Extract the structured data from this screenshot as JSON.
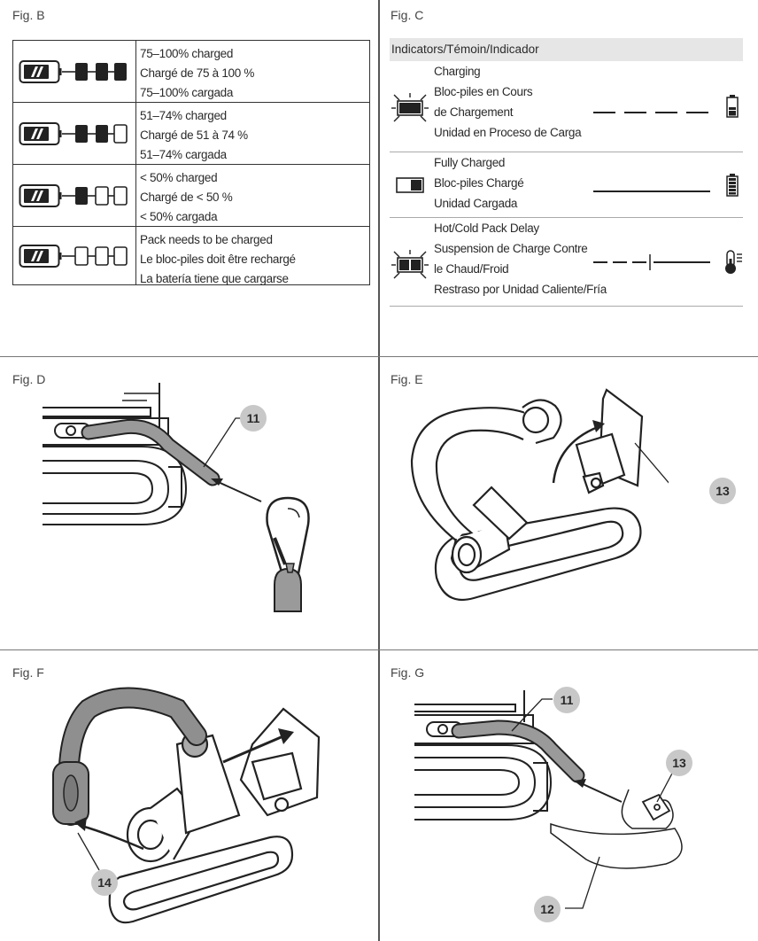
{
  "figures": {
    "b": "Fig. B",
    "c": "Fig. C",
    "d": "Fig. D",
    "e": "Fig. E",
    "f": "Fig. F",
    "g": "Fig. G"
  },
  "fig_b": {
    "rows": [
      {
        "lines": [
          "75–100% charged",
          "Chargé de 75 à 100 %",
          "75–100% cargada"
        ],
        "lit": 3
      },
      {
        "lines": [
          "51–74% charged",
          "Chargé de 51 à 74 %",
          "51–74% cargada"
        ],
        "lit": 2
      },
      {
        "lines": [
          "< 50% charged",
          "Chargé de < 50 %",
          "< 50% cargada"
        ],
        "lit": 1
      },
      {
        "lines": [
          "Pack needs to be charged",
          "Le bloc-piles doit être rechargé",
          "La batería tiene que cargarse"
        ],
        "lit": 0
      }
    ]
  },
  "fig_c": {
    "header": "Indicators/Témoin/Indicador",
    "rows": [
      {
        "lines": [
          "Charging",
          "Bloc-piles en Cours",
          "de Chargement",
          "Unidad en Proceso de Carga"
        ],
        "pattern": "dashed",
        "icon": "battery-charging-icon"
      },
      {
        "lines": [
          "Fully Charged",
          "Bloc-piles Chargé",
          "Unidad Cargada"
        ],
        "pattern": "solid",
        "icon": "battery-full-icon"
      },
      {
        "lines": [
          "Hot/Cold Pack Delay",
          "Suspension de Charge Contre",
          "le Chaud/Froid",
          "Restraso por Unidad Caliente/Fría"
        ],
        "pattern": "dashed-then-solid",
        "icon": "thermometer-icon"
      }
    ]
  },
  "callouts": {
    "d_11": "11",
    "e_13": "13",
    "f_14": "14",
    "g_11": "11",
    "g_13": "13",
    "g_12": "12"
  }
}
